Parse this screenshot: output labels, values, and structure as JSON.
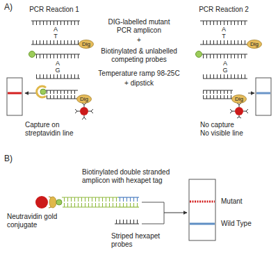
{
  "diagram": {
    "nodes": [
      {
        "text": [
          "Dig"
        ]
      },
      {
        "text": [
          "Dig"
        ]
      },
      {
        "text": [
          "Dig"
        ]
      },
      {
        "text": [
          "Dig"
        ]
      }
    ],
    "labels": [
      "A)",
      "PCR Reaction 1",
      "PCR Reaction 2",
      "DIG-labelled mutant PCR amplicon",
      "A",
      "T",
      "A",
      "T",
      "+",
      "Biotinylated & unlabelled competing probes",
      "A",
      "G",
      "A",
      "G",
      "Temperature ramp 98-25C",
      "+ dipstick",
      "Capture on streptavidin line",
      "No capture No visible line",
      "B)",
      "Biotinylated double stranded amplicon with hexapet tag",
      "Mutant",
      "Neutravidin gold conjugate",
      "Striped hexapet probes",
      "Wild Type"
    ]
  }
}
